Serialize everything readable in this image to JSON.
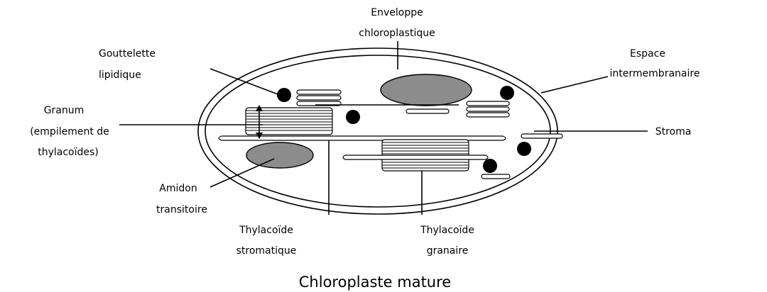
{
  "labels": {
    "enveloppe": [
      "Enveloppe",
      "chloroplastique"
    ],
    "gouttelette": [
      "Gouttelette",
      "lipidique"
    ],
    "espace": [
      "Espace",
      "intermembranaire"
    ],
    "granum": [
      "Granum",
      "(empilement de",
      "thylacoïdes)"
    ],
    "stroma": "Stroma",
    "amidon": [
      "Amidon",
      "transitoire"
    ],
    "thylacoide_stromatique": [
      "Thylacoïde",
      "stromatique"
    ],
    "thylacoide_granaire": [
      "Thylacoïde",
      "granaire"
    ]
  },
  "caption": "Chloroplaste mature",
  "colors": {
    "line": "#000000",
    "starch_fill": "#8c8c8c",
    "background": "#ffffff"
  }
}
